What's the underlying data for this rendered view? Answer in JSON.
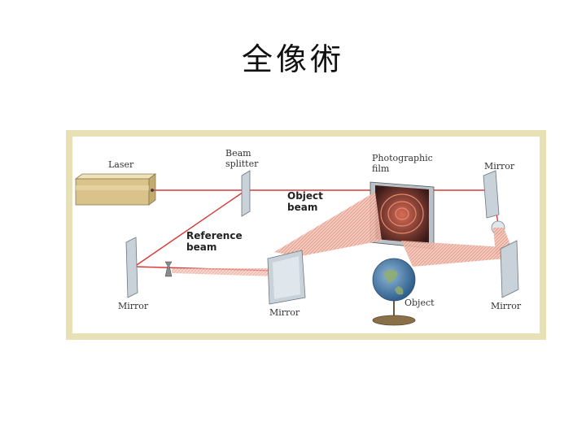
{
  "title": "全像術",
  "diagram": {
    "labels": {
      "laser": "Laser",
      "beam_splitter_1": "Beam",
      "beam_splitter_2": "splitter",
      "photographic_1": "Photographic",
      "photographic_2": "film",
      "mirror_top_right": "Mirror",
      "object_beam_1": "Object",
      "object_beam_2": "beam",
      "reference_beam_1": "Reference",
      "reference_beam_2": "beam",
      "mirror_left": "Mirror",
      "mirror_center": "Mirror",
      "object": "Object",
      "mirror_right": "Mirror"
    },
    "colors": {
      "frame": "#e8e1b6",
      "beam": "#d83a3a",
      "beam_fill": "#e8a08c",
      "laser_body": "#e0cc96",
      "mirror": "#b8c4cc",
      "film": "#5a2a26",
      "globe": "#4a7fb0"
    }
  }
}
